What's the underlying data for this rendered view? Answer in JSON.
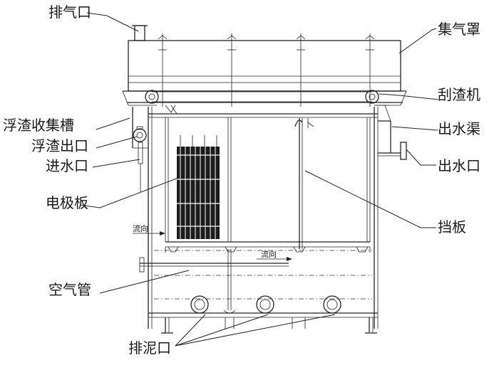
{
  "labels": {
    "exhaust_port": "排气口",
    "gas_hood": "集气罩",
    "scraper": "刮渣机",
    "scum_trough": "浮渣收集槽",
    "scum_outlet": "浮渣出口",
    "water_inlet": "进水口",
    "outlet_channel": "出水渠",
    "water_outlet": "出水口",
    "electrode_plate": "电极板",
    "baffle": "挡板",
    "air_pipe": "空气管",
    "sludge_outlet": "排泥口",
    "flow_left": "流向",
    "flow_bottom": "流向"
  }
}
